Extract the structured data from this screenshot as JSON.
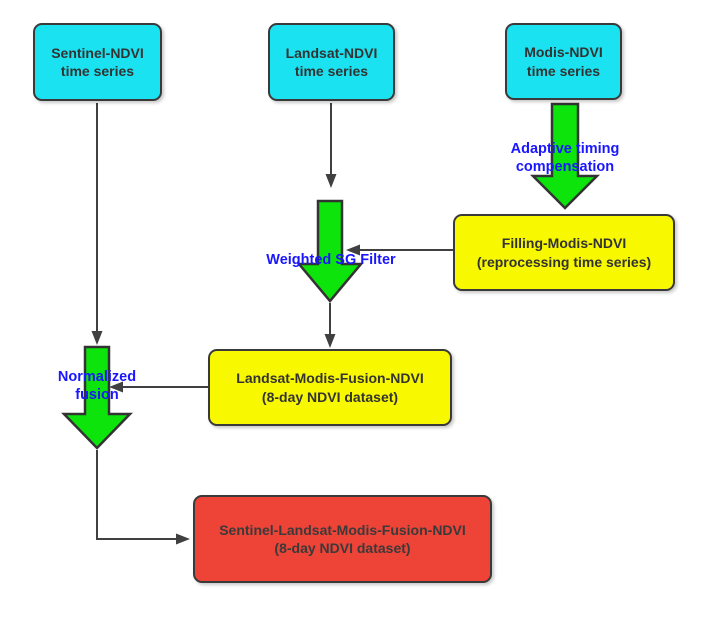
{
  "diagram": {
    "title": "NDVI time-series fusion flowchart",
    "nodes": [
      {
        "id": "sentinel-ndvi",
        "line1": "Sentinel-NDVI",
        "line2": "time series",
        "fill": "#1ae2f0"
      },
      {
        "id": "landsat-ndvi",
        "line1": "Landsat-NDVI",
        "line2": "time series",
        "fill": "#1ae2f0"
      },
      {
        "id": "modis-ndvi",
        "line1": "Modis-NDVI",
        "line2": "time series",
        "fill": "#1ae2f0"
      },
      {
        "id": "filling-modis-ndvi",
        "line1": "Filling-Modis-NDVI",
        "line2": "(reprocessing time series)",
        "fill": "#f8f800"
      },
      {
        "id": "landsat-modis-fusion",
        "line1": "Landsat-Modis-Fusion-NDVI",
        "line2": "(8-day NDVI dataset)",
        "fill": "#f8f800"
      },
      {
        "id": "final-fusion",
        "line1": "Sentinel-Landsat-Modis-Fusion-NDVI",
        "line2": "(8-day NDVI dataset)",
        "fill": "#ee4337"
      }
    ],
    "process_labels": [
      {
        "id": "adaptive-timing",
        "line1": "Adaptive timing",
        "line2": "compensation"
      },
      {
        "id": "weighted-sg",
        "line1": "Weighted SG Filter"
      },
      {
        "id": "normalized",
        "line1": "Normalized",
        "line2": "fusion"
      }
    ],
    "colors": {
      "source_box": "#1ae2f0",
      "intermediate_box": "#f8f800",
      "final_box": "#ee4337",
      "process_arrow": "#0ce40c",
      "label_text": "#1a16ff",
      "connector": "#404040",
      "border": "#3a3a3a"
    }
  }
}
